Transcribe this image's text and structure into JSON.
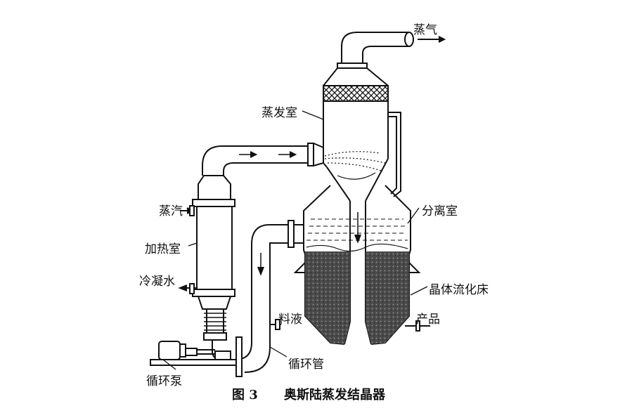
{
  "labels": {
    "vapor_out": "蒸气",
    "evaporation_chamber": "蒸发室",
    "steam_in": "蒸汽",
    "heating_chamber": "加热室",
    "separation_chamber": "分离室",
    "condensate": "冷凝水",
    "crystal_fluidized_bed": "晶体流化床",
    "feed_liquor": "料液",
    "product": "产品",
    "circulation_pipe": "循环管",
    "circulation_pump": "循环泵"
  },
  "caption": {
    "figure_number": "图 3",
    "title": "奥斯陆蒸发结晶器"
  }
}
